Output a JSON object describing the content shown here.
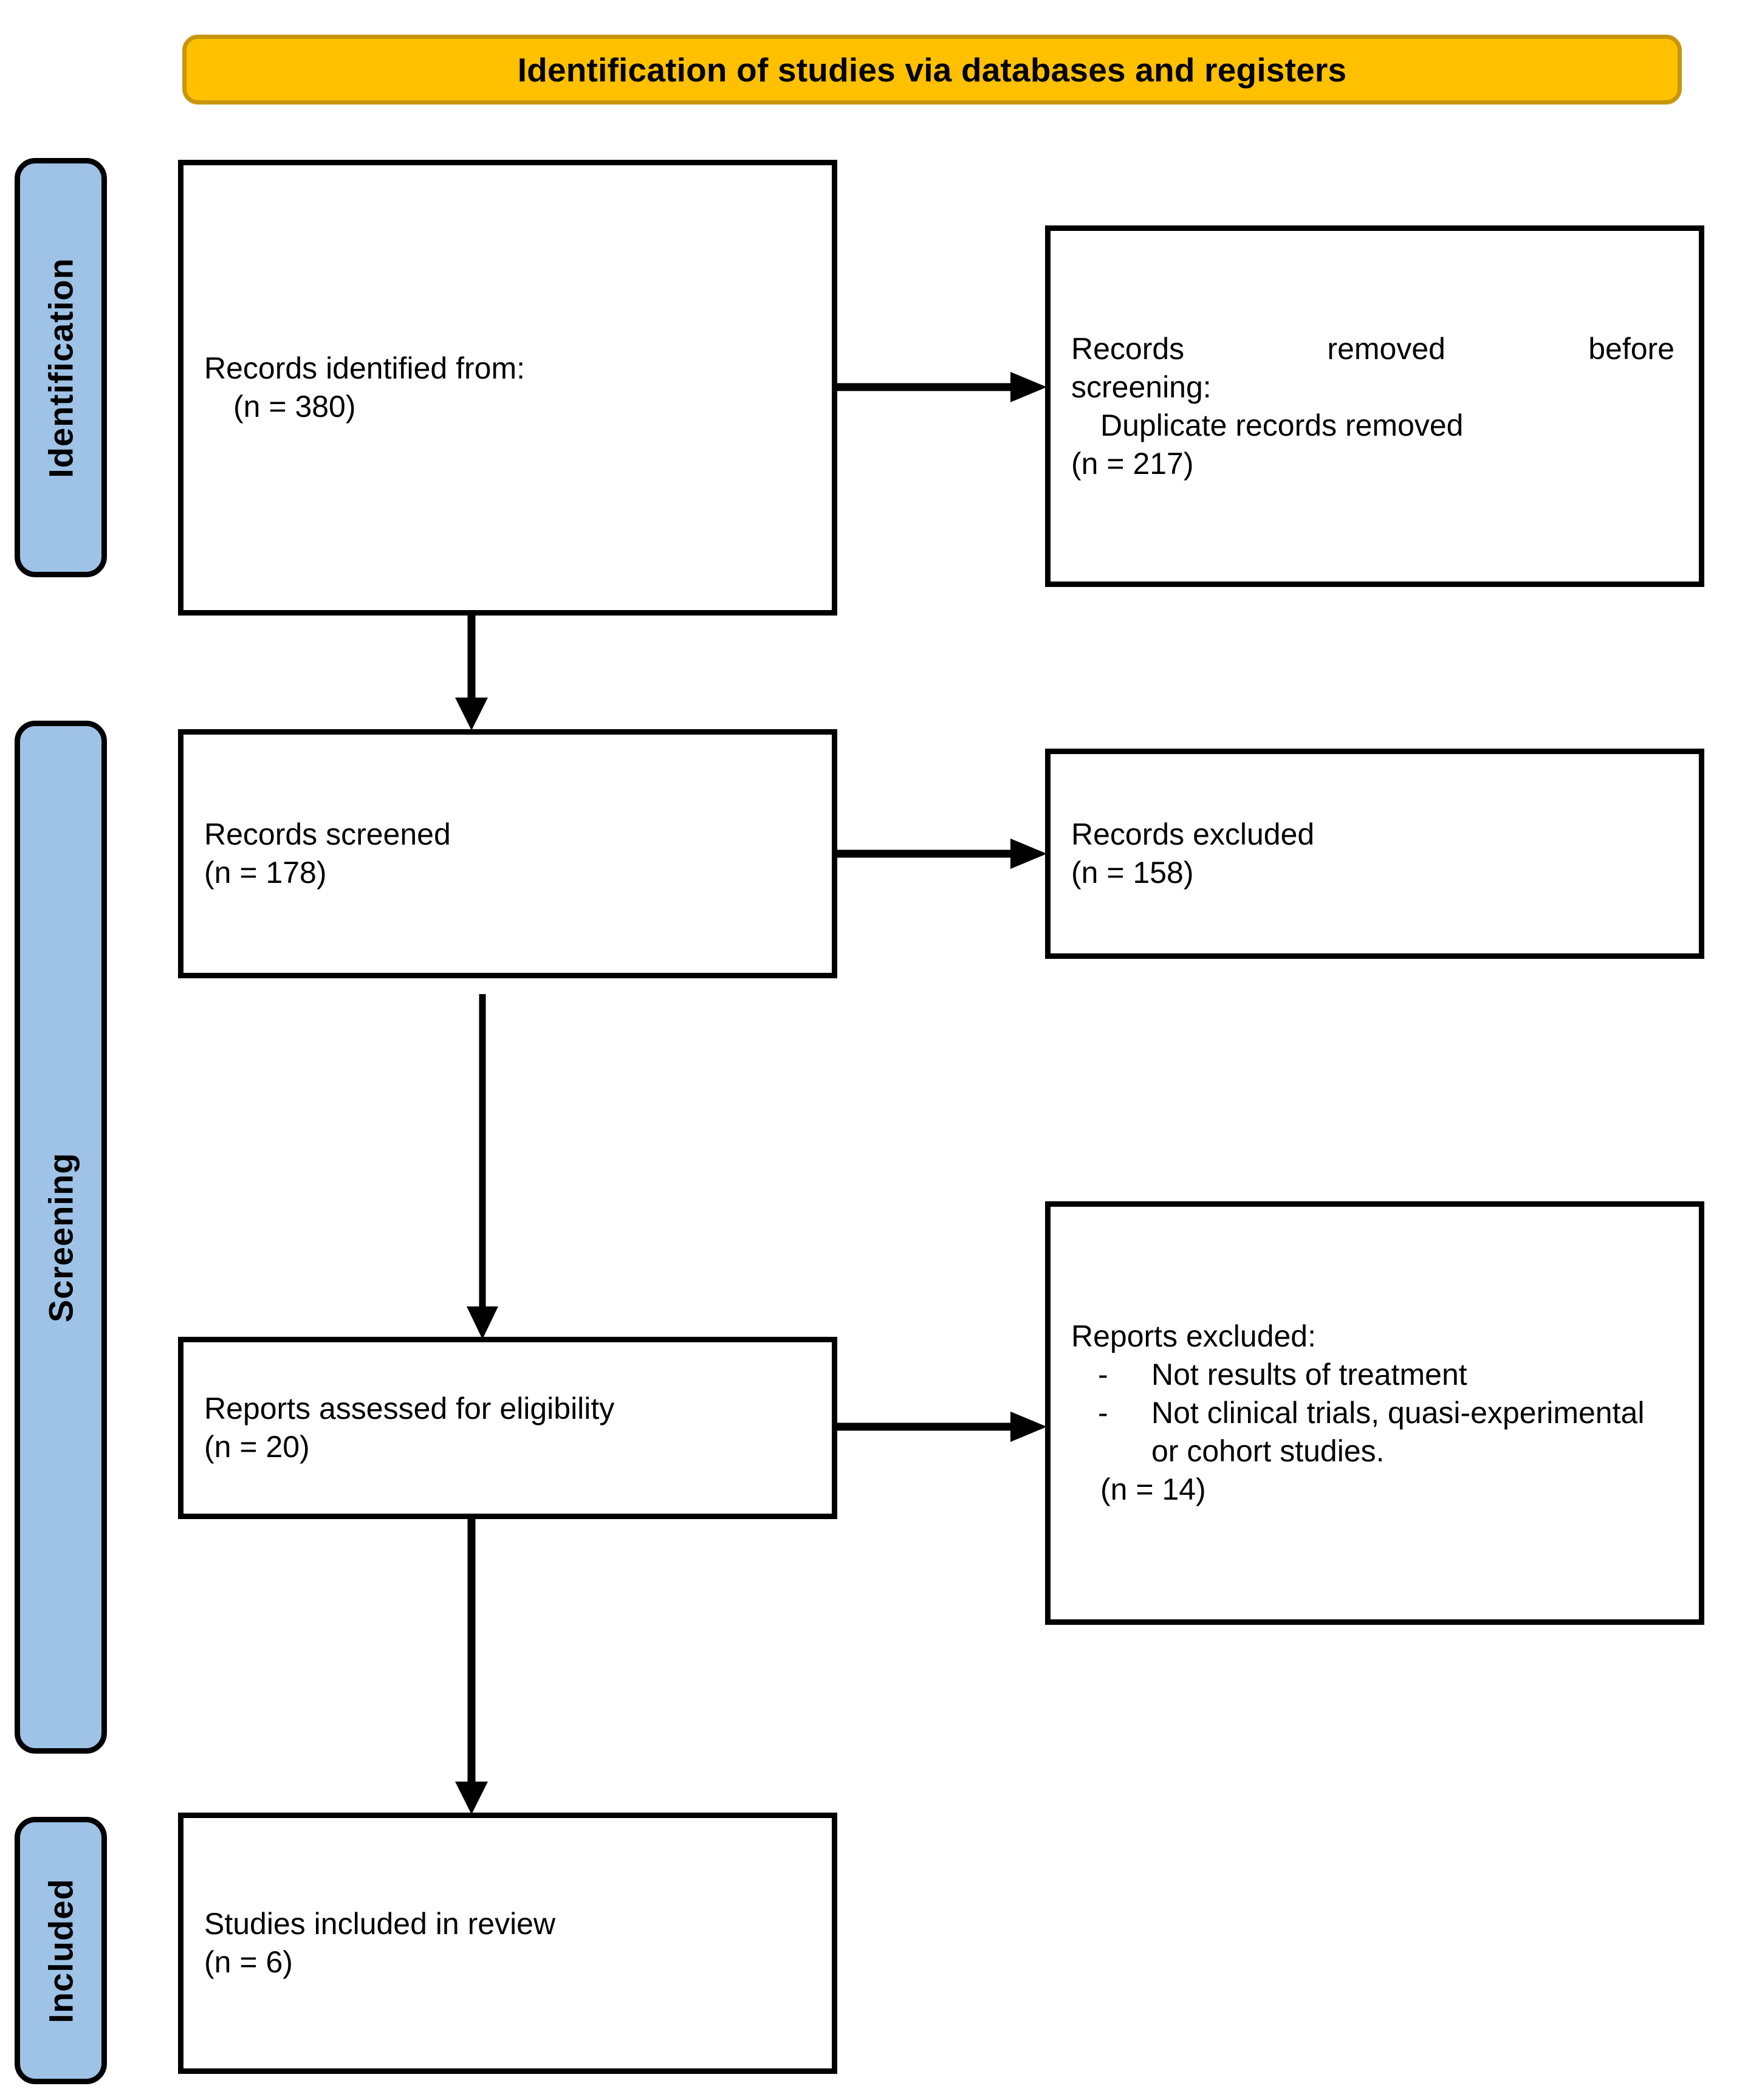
{
  "header": {
    "title": "Identification of studies via databases and registers",
    "banner_color": "#FFC000",
    "banner_border_color": "#C8960C"
  },
  "phases": [
    {
      "id": "identification",
      "label": "Identification",
      "color": "#9EC3E6"
    },
    {
      "id": "screening",
      "label": "Screening",
      "color": "#9EC3E6"
    },
    {
      "id": "included",
      "label": "Included",
      "color": "#9EC3E6"
    }
  ],
  "boxes": {
    "identified": {
      "line1": "Records identified from:",
      "line2": "(n = 380)"
    },
    "removed": {
      "line1": "Records removed before",
      "line2": "screening:",
      "line3": "Duplicate records removed",
      "line4": "(n = 217)"
    },
    "screened": {
      "line1": "Records screened",
      "line2": "(n = 178)"
    },
    "records_excluded": {
      "line1": "Records excluded",
      "line2": "(n = 158)"
    },
    "assessed": {
      "line1": "Reports assessed for eligibility",
      "line2": "(n = 20)"
    },
    "reports_excluded": {
      "line1": "Reports excluded:",
      "bullet_marker": "-",
      "bullet1": "Not results of treatment",
      "bullet2": "Not clinical trials, quasi-experimental or cohort studies.",
      "line_n": "(n = 14)"
    },
    "included": {
      "line1": "Studies included in review",
      "line2": "(n = 6)"
    }
  },
  "connectors": [
    {
      "id": "identified-to-removed",
      "type": "arrow-right"
    },
    {
      "id": "identified-to-screened",
      "type": "arrow-down"
    },
    {
      "id": "screened-to-records-excluded",
      "type": "arrow-right"
    },
    {
      "id": "screened-to-assessed",
      "type": "arrow-down"
    },
    {
      "id": "assessed-to-reports-excluded",
      "type": "arrow-right"
    },
    {
      "id": "assessed-to-included",
      "type": "arrow-down"
    }
  ],
  "chart_data": {
    "type": "diagram",
    "title": "Identification of studies via databases and registers",
    "nodes": [
      {
        "id": "identified",
        "phase": "Identification",
        "label": "Records identified from:",
        "n": 380
      },
      {
        "id": "removed",
        "phase": "Identification",
        "label": "Records removed before screening: Duplicate records removed",
        "n": 217
      },
      {
        "id": "screened",
        "phase": "Screening",
        "label": "Records screened",
        "n": 178
      },
      {
        "id": "records_excluded",
        "phase": "Screening",
        "label": "Records excluded",
        "n": 158
      },
      {
        "id": "assessed",
        "phase": "Screening",
        "label": "Reports assessed for eligibility",
        "n": 20
      },
      {
        "id": "reports_excluded",
        "phase": "Screening",
        "label": "Reports excluded: Not results of treatment; Not clinical trials, quasi-experimental or cohort studies.",
        "n": 14
      },
      {
        "id": "included",
        "phase": "Included",
        "label": "Studies included in review",
        "n": 6
      }
    ],
    "edges": [
      {
        "from": "identified",
        "to": "removed"
      },
      {
        "from": "identified",
        "to": "screened"
      },
      {
        "from": "screened",
        "to": "records_excluded"
      },
      {
        "from": "screened",
        "to": "assessed"
      },
      {
        "from": "assessed",
        "to": "reports_excluded"
      },
      {
        "from": "assessed",
        "to": "included"
      }
    ]
  }
}
